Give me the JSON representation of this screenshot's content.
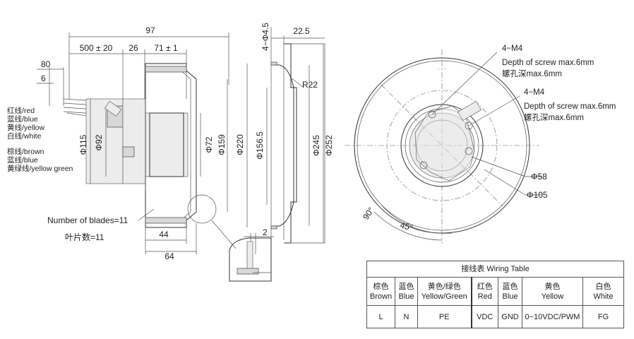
{
  "side_view": {
    "dim_97": "97",
    "dim_500": "500 ± 20",
    "dim_26": "26",
    "dim_71": "71 ± 1",
    "dim_80": "80",
    "dim_6": "6",
    "dim_115": "Φ115",
    "dim_92": "Φ92",
    "dim_72": "Φ72",
    "dim_159": "Φ159",
    "dim_220": "Φ220",
    "dim_44": "44",
    "dim_64": "64",
    "wire_labels": [
      "红线/red",
      "蓝线/blue",
      "黄线/yellow",
      "白线/white",
      "棕线/brown",
      "蓝线/blue",
      "黄绿线/yellow green"
    ],
    "blades_en": "Number of blades=11",
    "blades_zh": "叶片数=11"
  },
  "profile_view": {
    "dim_4_5": "4−Φ4.5",
    "dim_22_5": "22.5",
    "dim_r22": "R22",
    "dim_156_5": "Φ156.5",
    "dim_245": "Φ245",
    "dim_252": "Φ252",
    "dim_2": "2"
  },
  "front_view": {
    "m4_a": "4−M4",
    "depth_a_en": "Depth of screw max.6mm",
    "depth_a_zh": "螺孔深max.6mm",
    "m4_b": "4−M4",
    "depth_b_en": "Depth of screw max.6mm",
    "depth_b_zh": "螺孔深max.6mm",
    "dim_58": "Φ58",
    "dim_105": "Φ105",
    "angle_90": "90°",
    "angle_45": "45°"
  },
  "wiring_table": {
    "title": "接线表  Wiring Table",
    "columns": [
      {
        "zh": "棕色",
        "en": "Brown",
        "value": "L"
      },
      {
        "zh": "蓝色",
        "en": "Blue",
        "value": "N"
      },
      {
        "zh": "黄色/绿色",
        "en": "Yellow/Green",
        "value": "PE"
      },
      {
        "zh": "红色",
        "en": "Red",
        "value": "VDC"
      },
      {
        "zh": "蓝色",
        "en": "Blue",
        "value": "GND"
      },
      {
        "zh": "黄色",
        "en": "Yellow",
        "value": "0−10VDC/PWM"
      },
      {
        "zh": "白色",
        "en": "White",
        "value": "FG"
      }
    ]
  }
}
